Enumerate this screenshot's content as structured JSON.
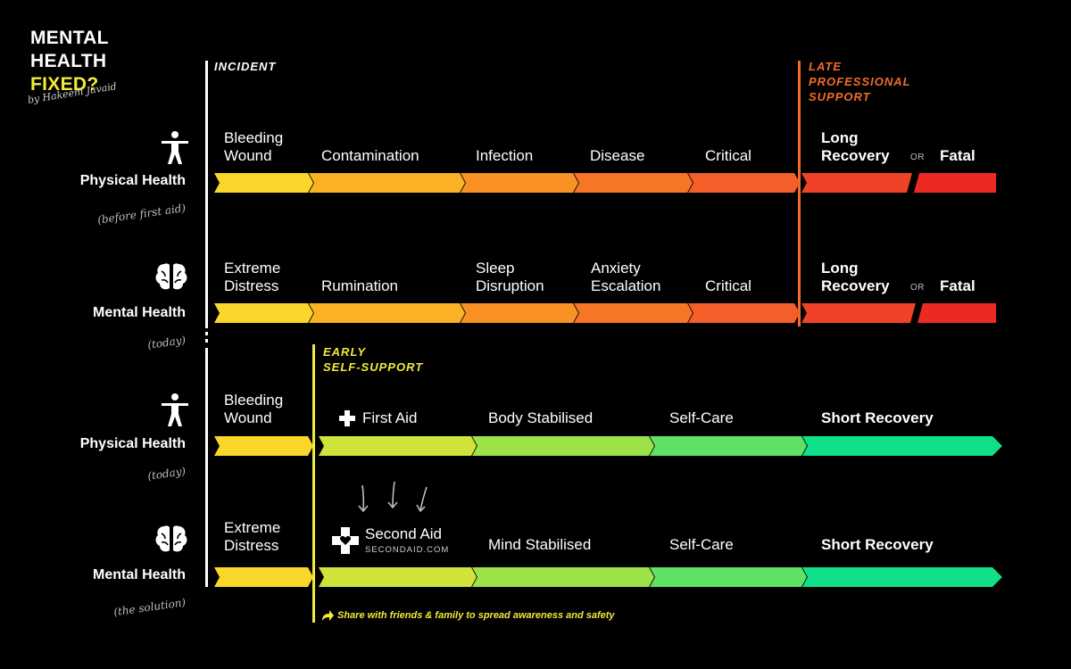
{
  "title": {
    "line1": "MENTAL",
    "line2": "HEALTH",
    "line3": "FIXED?",
    "byline": "by Hakeem Javaid"
  },
  "markers": {
    "incident": "INCIDENT",
    "late_support": [
      "LATE",
      "PROFESSIONAL",
      "SUPPORT"
    ],
    "early_support": [
      "EARLY",
      "SELF-SUPPORT"
    ]
  },
  "rows": [
    {
      "label": "Physical Health",
      "sub": "(before first aid)",
      "icon": "person-icon",
      "stages": [
        [
          "Bleeding",
          "Wound"
        ],
        [
          "Contamination"
        ],
        [
          "Infection"
        ],
        [
          "Disease"
        ],
        [
          "Critical"
        ]
      ],
      "outcome": {
        "a": [
          "Long",
          "Recovery"
        ],
        "or": "OR",
        "b": "Fatal"
      }
    },
    {
      "label": "Mental Health",
      "sub": "(today)",
      "icon": "brain-icon",
      "stages": [
        [
          "Extreme",
          "Distress"
        ],
        [
          "Rumination"
        ],
        [
          "Sleep",
          "Disruption"
        ],
        [
          "Anxiety",
          "Escalation"
        ],
        [
          "Critical"
        ]
      ],
      "outcome": {
        "a": [
          "Long",
          "Recovery"
        ],
        "or": "OR",
        "b": "Fatal"
      }
    },
    {
      "label": "Physical Health",
      "sub": "(today)",
      "icon": "person-icon",
      "stages": [
        [
          "Bleeding",
          "Wound"
        ],
        [
          "First Aid"
        ],
        [
          "Body Stabilised"
        ],
        [
          "Self-Care"
        ]
      ],
      "outcome": {
        "a": [
          "Short Recovery"
        ]
      }
    },
    {
      "label": "Mental Health",
      "sub": "(the solution)",
      "icon": "brain-icon",
      "stages": [
        [
          "Extreme",
          "Distress"
        ],
        [
          "Second Aid"
        ],
        [
          "Mind Stabilised"
        ],
        [
          "Self-Care"
        ]
      ],
      "aid_sub": "SECONDAID.COM",
      "outcome": {
        "a": [
          "Short Recovery"
        ]
      }
    }
  ],
  "share_text": "Share with friends & family to spread awareness and safety",
  "colors": {
    "yellow": "#f2ea3b",
    "orange": "#f26b2a",
    "red": "#ec2a22",
    "green": "#10e08a",
    "white": "#ffffff"
  }
}
